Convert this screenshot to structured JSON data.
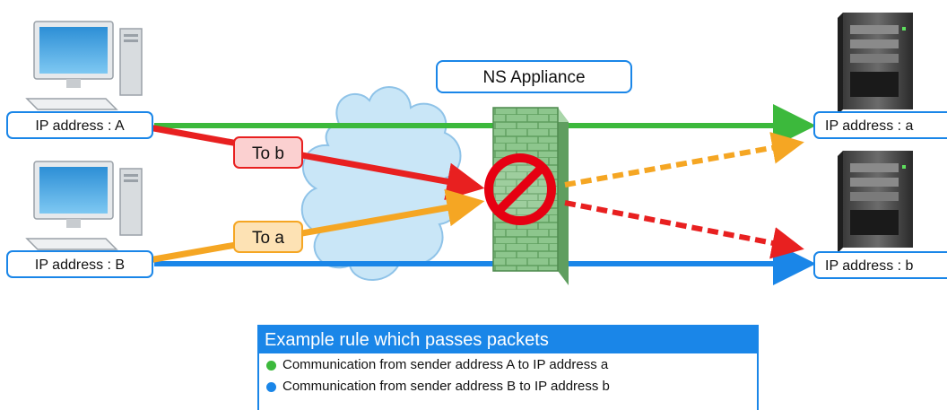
{
  "title": "NS Appliance",
  "senders": [
    {
      "label": "IP address : A"
    },
    {
      "label": "IP address : B"
    }
  ],
  "receivers": [
    {
      "label": "IP address : a"
    },
    {
      "label": "IP address : b"
    }
  ],
  "packets": [
    {
      "label": "To b"
    },
    {
      "label": "To a"
    }
  ],
  "legend": {
    "title": "Example rule which passes packets",
    "items": [
      {
        "text": "Communication from sender address A to IP address a",
        "color": "#3cb93c"
      },
      {
        "text": "Communication from sender address B to IP address b",
        "color": "#1a86e8"
      }
    ]
  },
  "colors": {
    "allowed_A": "#3cb93c",
    "allowed_B": "#1a86e8",
    "blocked_to_b": "#e82020",
    "blocked_to_a": "#f5a623",
    "cloud": "#c9e6f7",
    "firewall": "#8dc68d",
    "block_sign": "#e60012"
  }
}
